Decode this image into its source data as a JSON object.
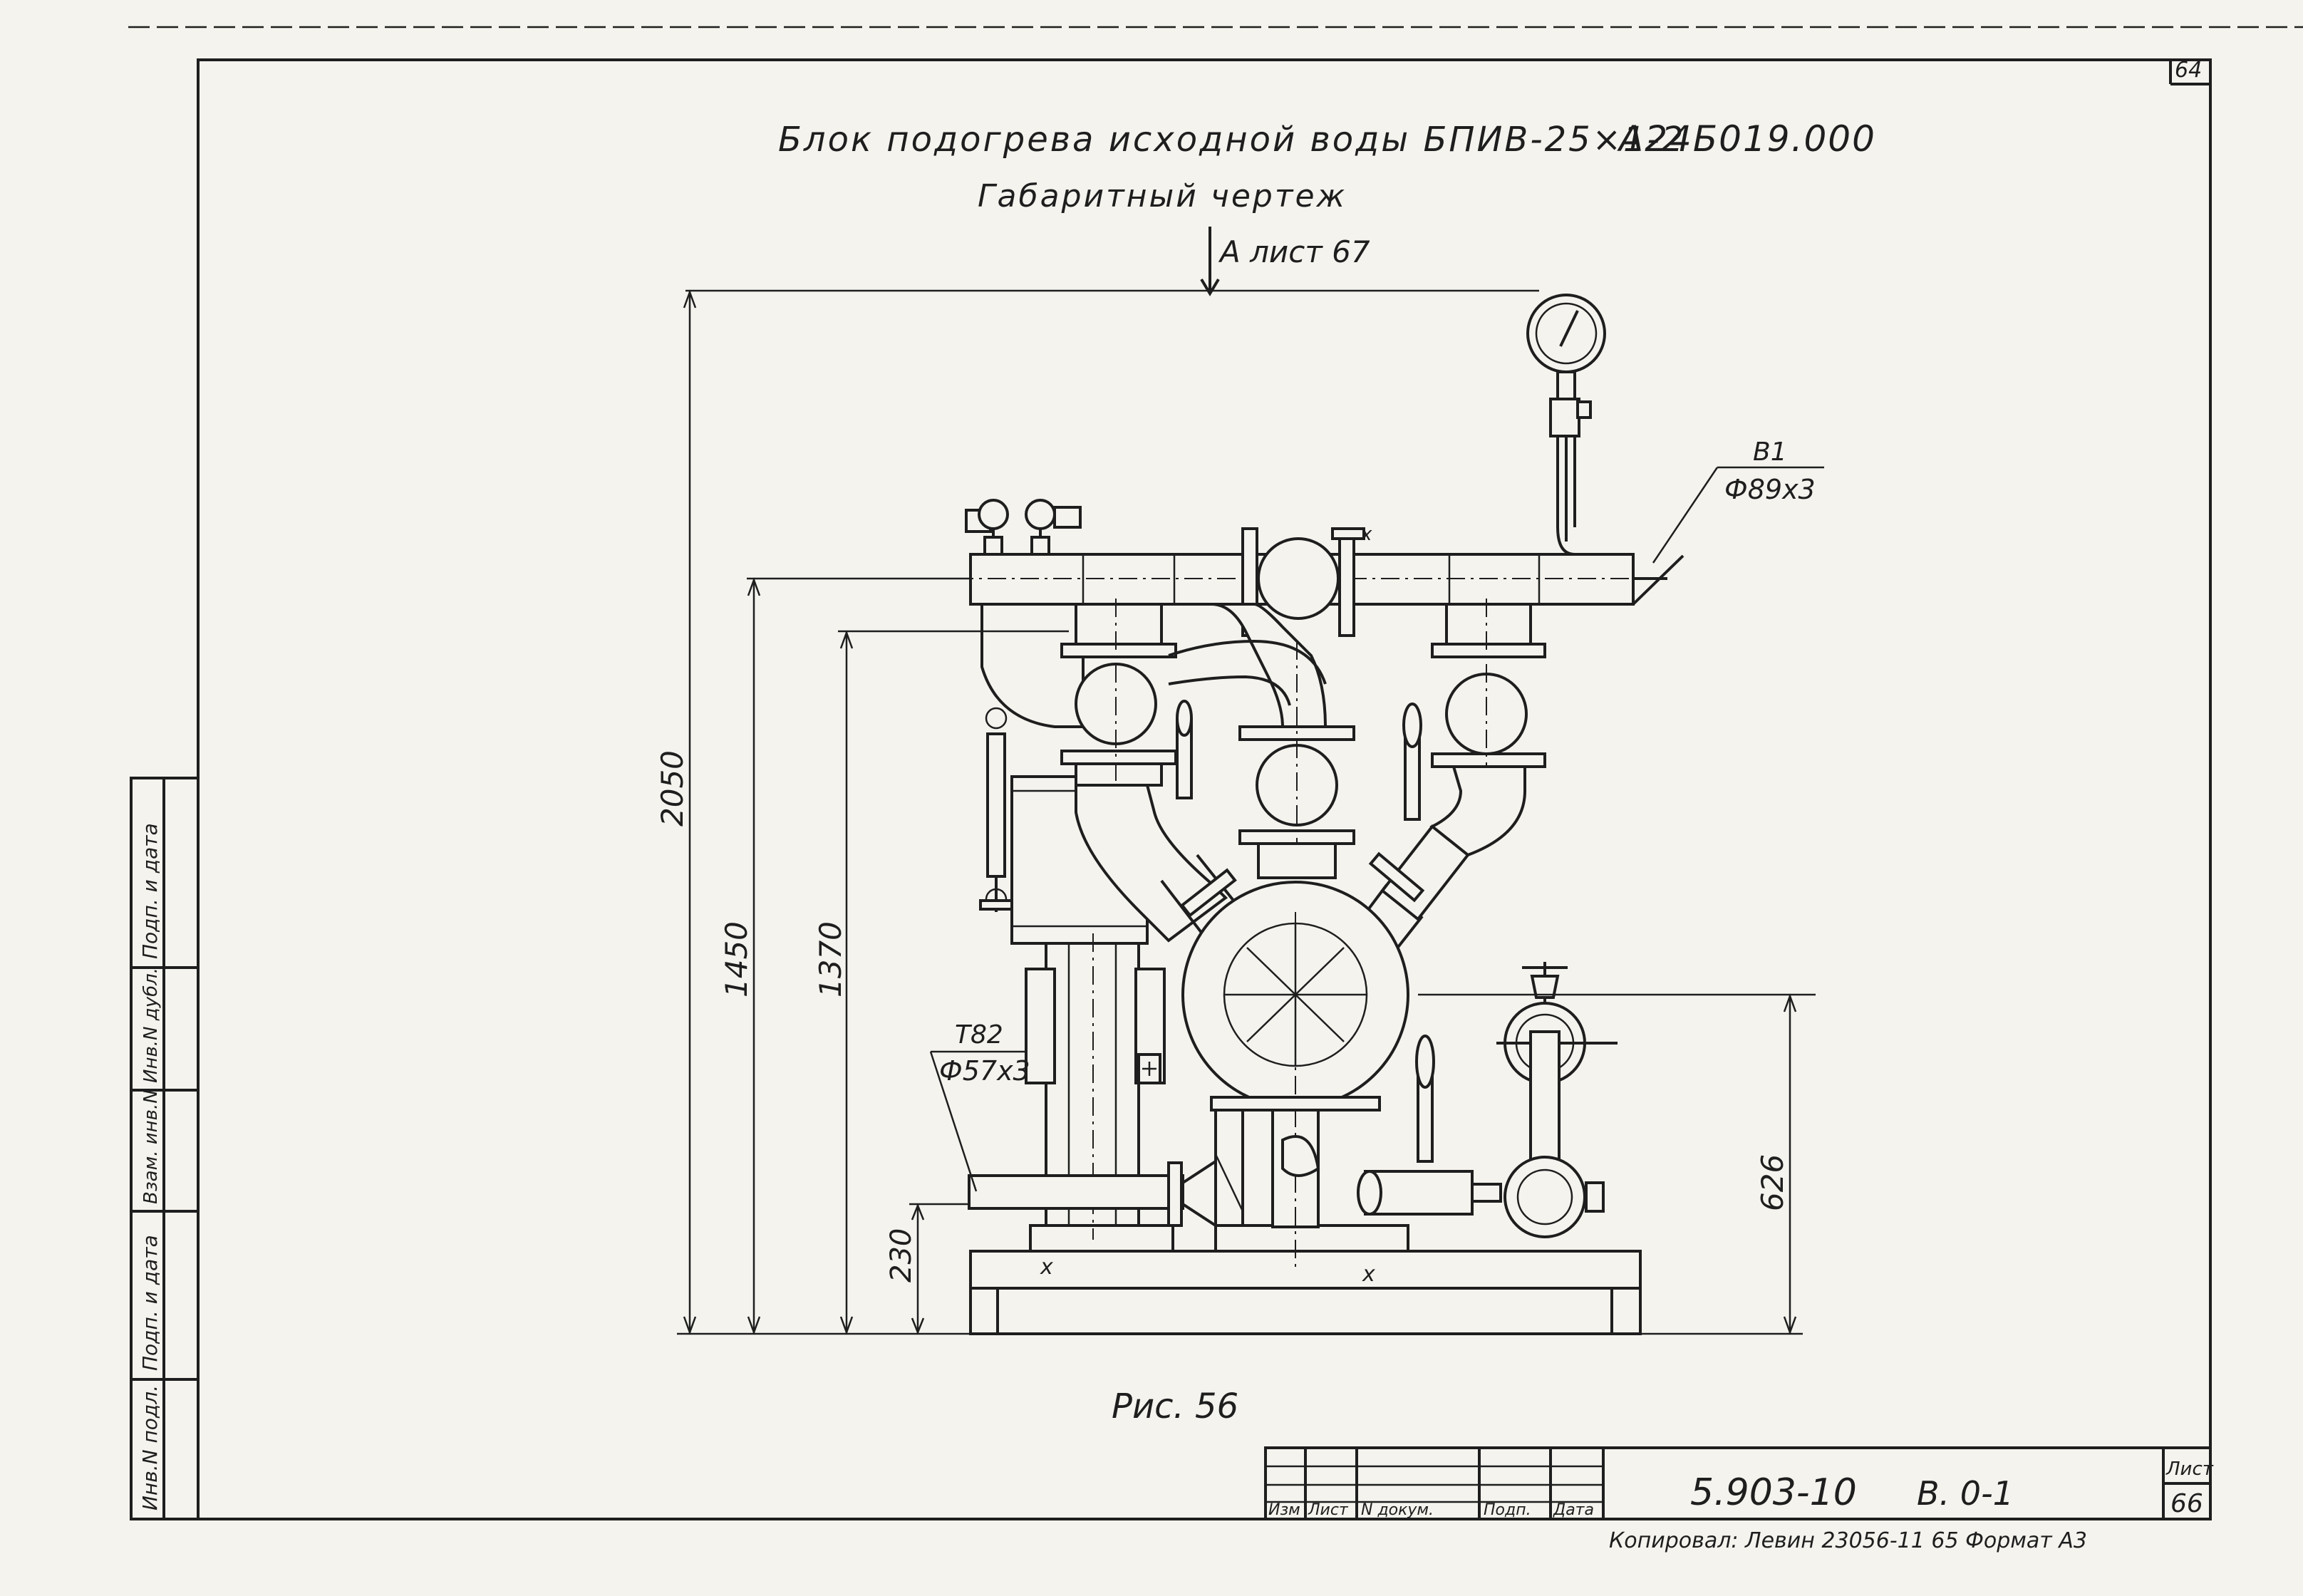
{
  "drawing": {
    "page_number": "64",
    "title_line1": "Блок подогрева исходной воды БПИВ-25×1-2",
    "drawing_code": "А24Б019.000",
    "title_line2": "Габаритный чертеж",
    "view_ref": "А лист 67",
    "caption": "Рис. 56"
  },
  "callouts": {
    "inlet_label": "В1",
    "inlet_size": "Ф89х3",
    "outlet_label": "Т82",
    "outlet_size": "Ф57х3",
    "weld_mark": "х"
  },
  "dimensions": {
    "total_height": "2050",
    "h_1450": "1450",
    "h_1370": "1370",
    "h_626": "626",
    "h_230": "230"
  },
  "left_strip": [
    "Инв.N подл.",
    "Подп. и дата",
    "Взам. инв.N",
    "Инв.N дубл.",
    "Подп. и дата"
  ],
  "title_block": {
    "headers": [
      "Изм",
      "Лист",
      "N докум.",
      "Подп.",
      "Дата"
    ],
    "document_code": "5.903-10",
    "issue": "В. 0-1",
    "sheet_label": "Лист",
    "sheet_number": "66",
    "copy_note": "Копировал: Левин 23056-11 65 Формат А3"
  },
  "colors": {
    "ink": "#1e1e1e",
    "paper": "#f4f3ee"
  }
}
